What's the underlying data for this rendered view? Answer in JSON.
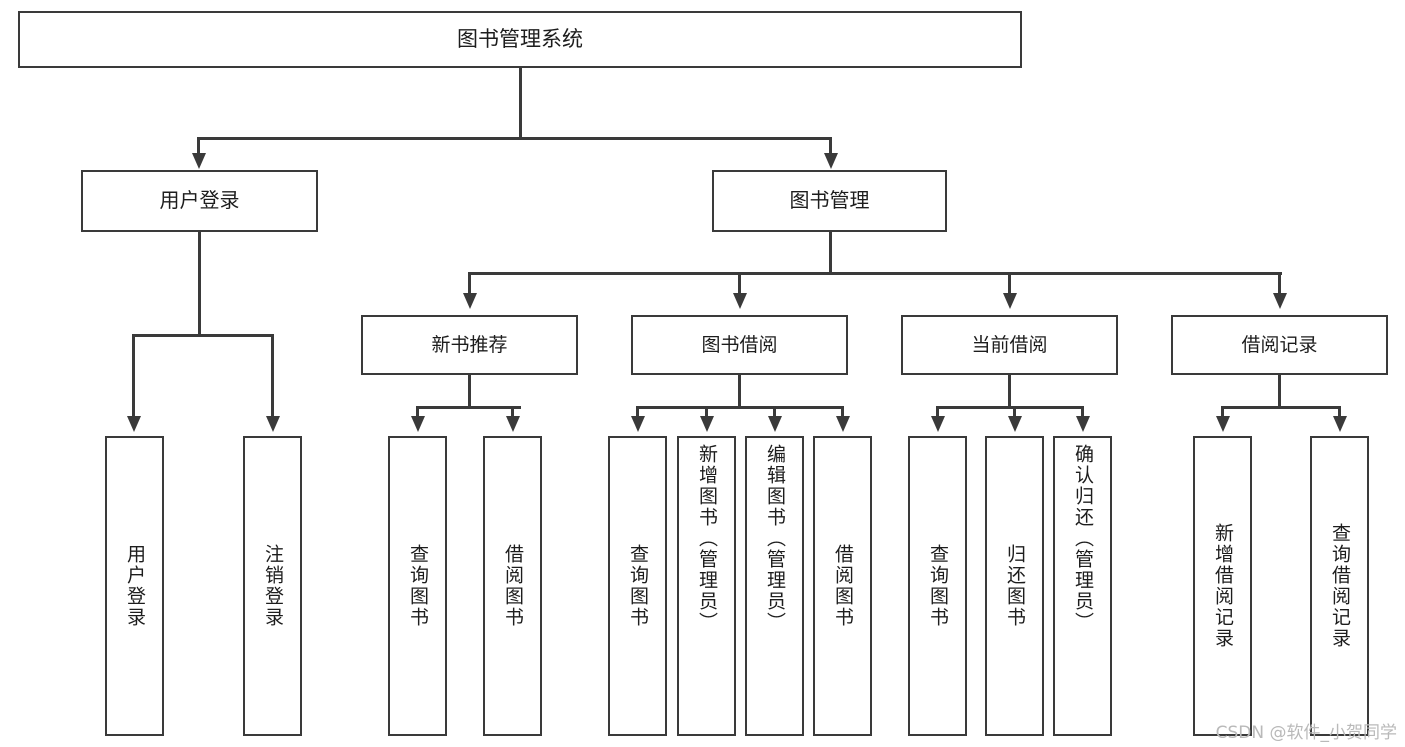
{
  "diagram": {
    "title": "图书管理系统",
    "type": "tree",
    "watermark": "CSDN @软件_小贺同学",
    "colors": {
      "stroke": "#3a3a3a",
      "fill": "#ffffff",
      "text": "#1d1d1d",
      "watermark": "#b9b9b9"
    },
    "root": {
      "label": "图书管理系统"
    },
    "level2": [
      {
        "label": "用户登录"
      },
      {
        "label": "图书管理"
      }
    ],
    "level3": [
      {
        "label": "新书推荐"
      },
      {
        "label": "图书借阅"
      },
      {
        "label": "当前借阅"
      },
      {
        "label": "借阅记录"
      }
    ],
    "leaves": {
      "user_login": [
        {
          "label": "用户登录"
        },
        {
          "label": "注销登录"
        }
      ],
      "new_book_recommend": [
        {
          "label": "查询图书"
        },
        {
          "label": "借阅图书"
        }
      ],
      "book_borrow": [
        {
          "label": "查询图书"
        },
        {
          "label": "新增图书（管理员）"
        },
        {
          "label": "编辑图书（管理员）"
        },
        {
          "label": "借阅图书"
        }
      ],
      "current_borrow": [
        {
          "label": "查询图书"
        },
        {
          "label": "归还图书"
        },
        {
          "label": "确认归还（管理员）"
        }
      ],
      "borrow_record": [
        {
          "label": "新增借阅记录"
        },
        {
          "label": "查询借阅记录"
        }
      ]
    }
  }
}
